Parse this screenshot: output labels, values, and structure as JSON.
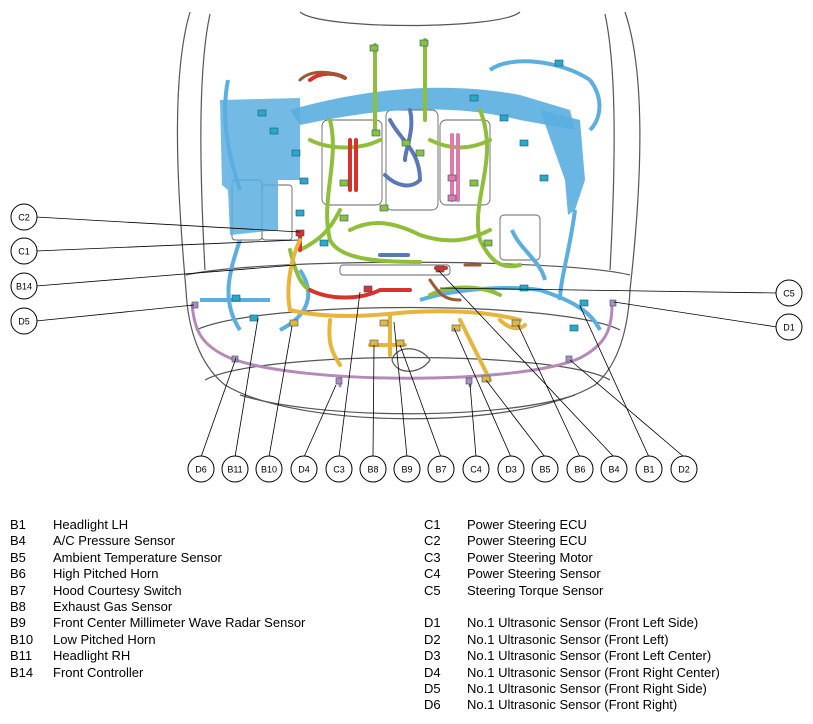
{
  "colors": {
    "body_outline": "#555555",
    "harness_blue": "#5aaee0",
    "harness_green": "#8fbf3a",
    "harness_yellow": "#e8b53c",
    "harness_red": "#d8332a",
    "harness_purple": "#b58ab8",
    "harness_navy": "#5a78b8",
    "harness_pink": "#e07aa8",
    "harness_brown": "#9b5a35",
    "connector_cyan": "#2aa8c8",
    "leader_line": "#000000"
  },
  "callouts_left": [
    {
      "code": "C2"
    },
    {
      "code": "C1"
    },
    {
      "code": "B14"
    },
    {
      "code": "D5"
    }
  ],
  "callouts_right": [
    {
      "code": "C5"
    },
    {
      "code": "D1"
    }
  ],
  "callouts_bottom": [
    {
      "code": "D6"
    },
    {
      "code": "B11"
    },
    {
      "code": "B10"
    },
    {
      "code": "D4"
    },
    {
      "code": "C3"
    },
    {
      "code": "B8"
    },
    {
      "code": "B9"
    },
    {
      "code": "B7"
    },
    {
      "code": "C4"
    },
    {
      "code": "D3"
    },
    {
      "code": "B5"
    },
    {
      "code": "B6"
    },
    {
      "code": "B4"
    },
    {
      "code": "B1"
    },
    {
      "code": "D2"
    }
  ],
  "legend_b": [
    {
      "code": "B1",
      "name": "Headlight LH"
    },
    {
      "code": "B4",
      "name": "A/C Pressure Sensor"
    },
    {
      "code": "B5",
      "name": "Ambient Temperature Sensor"
    },
    {
      "code": "B6",
      "name": "High Pitched Horn"
    },
    {
      "code": "B7",
      "name": "Hood Courtesy Switch"
    },
    {
      "code": "B8",
      "name": "Exhaust Gas Sensor"
    },
    {
      "code": "B9",
      "name": "Front Center Millimeter Wave Radar Sensor"
    },
    {
      "code": "B10",
      "name": "Low Pitched Horn"
    },
    {
      "code": "B11",
      "name": "Headlight RH"
    },
    {
      "code": "B14",
      "name": "Front Controller"
    }
  ],
  "legend_c": [
    {
      "code": "C1",
      "name": "Power Steering ECU"
    },
    {
      "code": "C2",
      "name": "Power Steering ECU"
    },
    {
      "code": "C3",
      "name": "Power Steering Motor"
    },
    {
      "code": "C4",
      "name": "Power Steering Sensor"
    },
    {
      "code": "C5",
      "name": "Steering Torque Sensor"
    }
  ],
  "legend_d": [
    {
      "code": "D1",
      "name": "No.1 Ultrasonic Sensor (Front Left Side)"
    },
    {
      "code": "D2",
      "name": "No.1 Ultrasonic Sensor (Front Left)"
    },
    {
      "code": "D3",
      "name": "No.1 Ultrasonic Sensor (Front Left Center)"
    },
    {
      "code": "D4",
      "name": "No.1 Ultrasonic Sensor (Front Right Center)"
    },
    {
      "code": "D5",
      "name": "No.1 Ultrasonic Sensor (Front Right Side)"
    },
    {
      "code": "D6",
      "name": "No.1 Ultrasonic Sensor (Front Right)"
    }
  ]
}
